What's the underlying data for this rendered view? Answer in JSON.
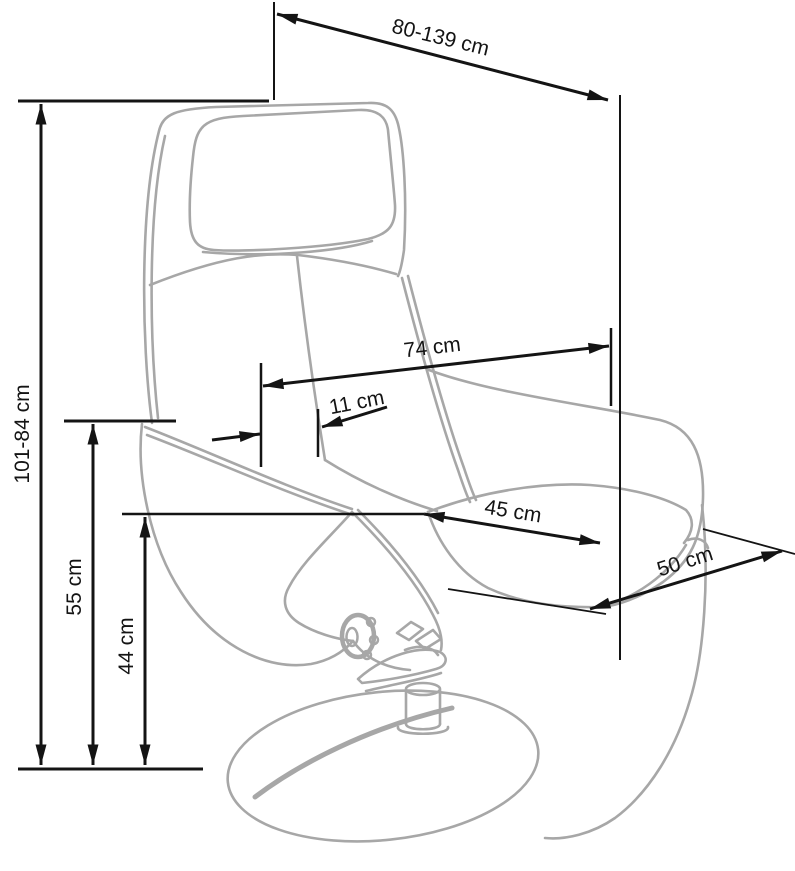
{
  "diagram": {
    "subject_label": "recliner armchair dimension drawing",
    "units": "cm",
    "dimensions": {
      "top_span": {
        "label": "80-139 cm"
      },
      "back_height": {
        "label": "101-84 cm"
      },
      "total_depth": {
        "label": "74 cm"
      },
      "headrest_gap": {
        "label": "11 cm"
      },
      "seat_width": {
        "label": "45 cm"
      },
      "seat_depth": {
        "label": "50 cm"
      },
      "armrest_height": {
        "label": "55 cm"
      },
      "seat_height": {
        "label": "44 cm"
      }
    },
    "colors": {
      "dimension_ink": "#141414",
      "chair_outline": "#a7a7a7",
      "background": "#ffffff"
    }
  }
}
